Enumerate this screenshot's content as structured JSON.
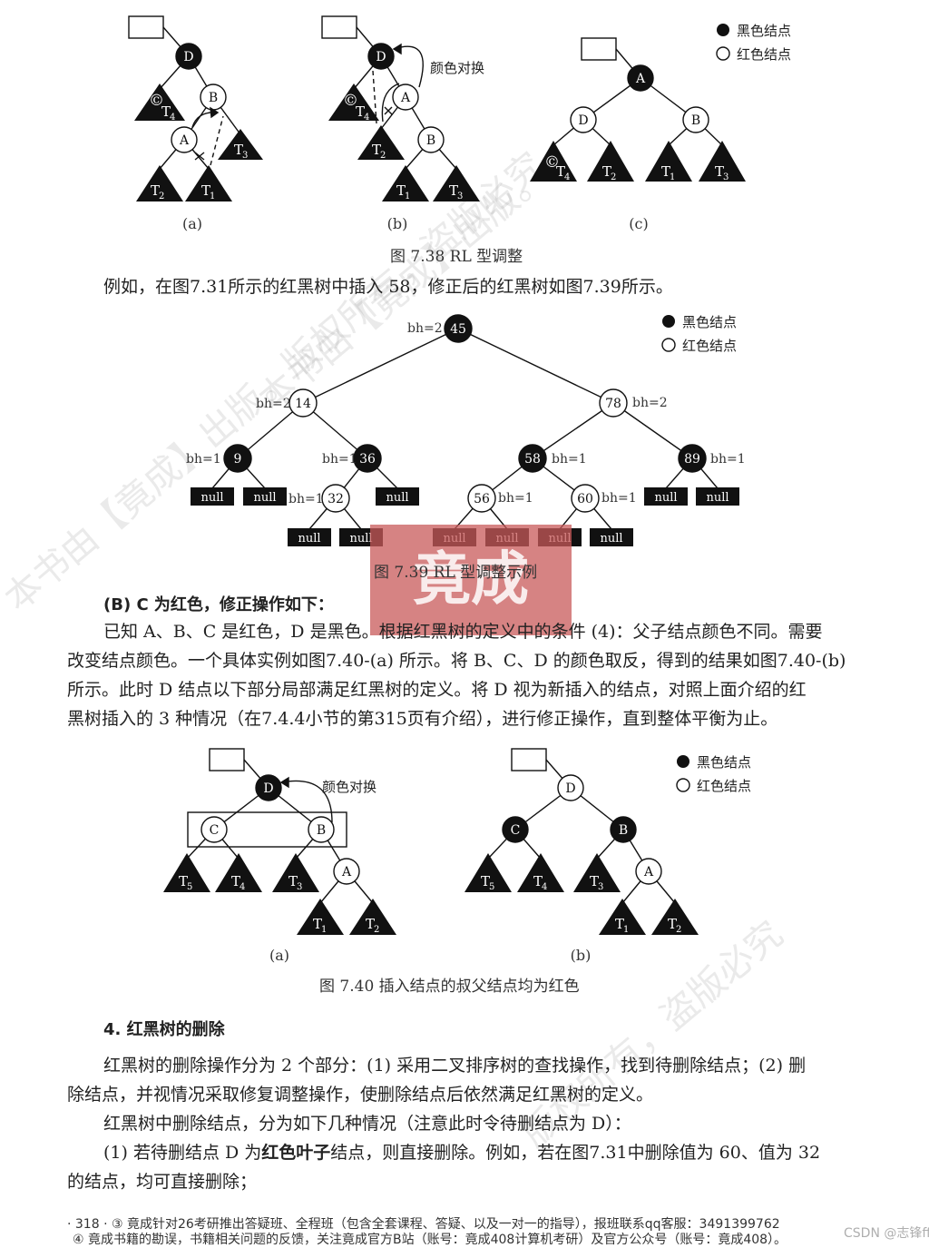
{
  "fig738": {
    "caption": "图 7.38    RL 型调整",
    "sub_a": "(a)",
    "sub_b": "(b)",
    "sub_c": "(c)",
    "swap_label": "颜色对换",
    "legend_black": "黑色结点",
    "legend_red": "红色结点",
    "nodes": {
      "D": "D",
      "B": "B",
      "A": "A"
    },
    "c_mark": "©"
  },
  "para1": "例如，在图7.31所示的红黑树中插入 58，修正后的红黑树如图7.39所示。",
  "fig739": {
    "caption": "图 7.39    RL 型调整示例",
    "legend_black": "黑色结点",
    "legend_red": "红色结点",
    "null_label": "null",
    "nodes": [
      {
        "key": "45",
        "bh": "bh=2"
      },
      {
        "key": "14",
        "bh": "bh=2"
      },
      {
        "key": "78",
        "bh": "bh=2"
      },
      {
        "key": "9",
        "bh": "bh=1"
      },
      {
        "key": "36",
        "bh": "bh=1"
      },
      {
        "key": "58",
        "bh": "bh=1"
      },
      {
        "key": "89",
        "bh": "bh=1"
      },
      {
        "key": "32",
        "bh": "bh=1"
      },
      {
        "key": "56",
        "bh": "bh=1"
      },
      {
        "key": "60",
        "bh": "bh=1"
      }
    ]
  },
  "stamp_text": "竟成",
  "sectionB": {
    "heading": "(B) C 为红色，修正操作如下：",
    "p1": "已知 A、B、C 是红色，D 是黑色。根据红黑树的定义中的条件 (4)：父子结点颜色不同。需要",
    "p2": "改变结点颜色。一个具体实例如图7.40-(a) 所示。将 B、C、D 的颜色取反，得到的结果如图7.40-(b)",
    "p3": "所示。此时 D 结点以下部分局部满足红黑树的定义。将 D 视为新插入的结点，对照上面介绍的红",
    "p4": "黑树插入的 3 种情况（在7.4.4小节的第315页有介绍），进行修正操作，直到整体平衡为止。"
  },
  "fig740": {
    "caption": "图 7.40    插入结点的叔父结点均为红色",
    "sub_a": "(a)",
    "sub_b": "(b)",
    "swap_label": "颜色对换",
    "legend_black": "黑色结点",
    "legend_red": "红色结点",
    "nodes": {
      "D": "D",
      "C": "C",
      "B": "B",
      "A": "A"
    }
  },
  "section4": {
    "heading": "4. 红黑树的删除",
    "p1a": "红黑树的删除操作分为 2 个部分：(1) 采用二叉排序树的查找操作，找到待删除结点；(2) 删",
    "p1b": "除结点，并视情况采取修复调整操作，使删除结点后依然满足红黑树的定义。",
    "p2": "红黑树中删除结点，分为如下几种情况（注意此时令待删结点为 D）：",
    "p3a_pre": "(1) 若待删结点 D 为",
    "p3a_bold": "红色叶子",
    "p3a_post": "结点，则直接删除。例如，若在图7.31中删除值为 60、值为 32",
    "p3b": "的结点，均可直接删除；"
  },
  "footer": {
    "line1": "· 318 ·  ③ 竟成针对26考研推出答疑班、全程班（包含全套课程、答疑、以及一对一的指导），报班联系qq客服：3491399762",
    "line2": "④ 竟成书籍的勘误，书籍相关问题的反馈，关注竟成官方B站（账号：竟成408计算机考研）及官方公众号（账号：竟成408）。",
    "csdn": "CSDN @志锋ff"
  },
  "watermarks": [
    "本书由【竟成】出版。版权所有，盗版必究",
    "版权所有，盗版必究",
    "本书由【竟成】出版。"
  ]
}
